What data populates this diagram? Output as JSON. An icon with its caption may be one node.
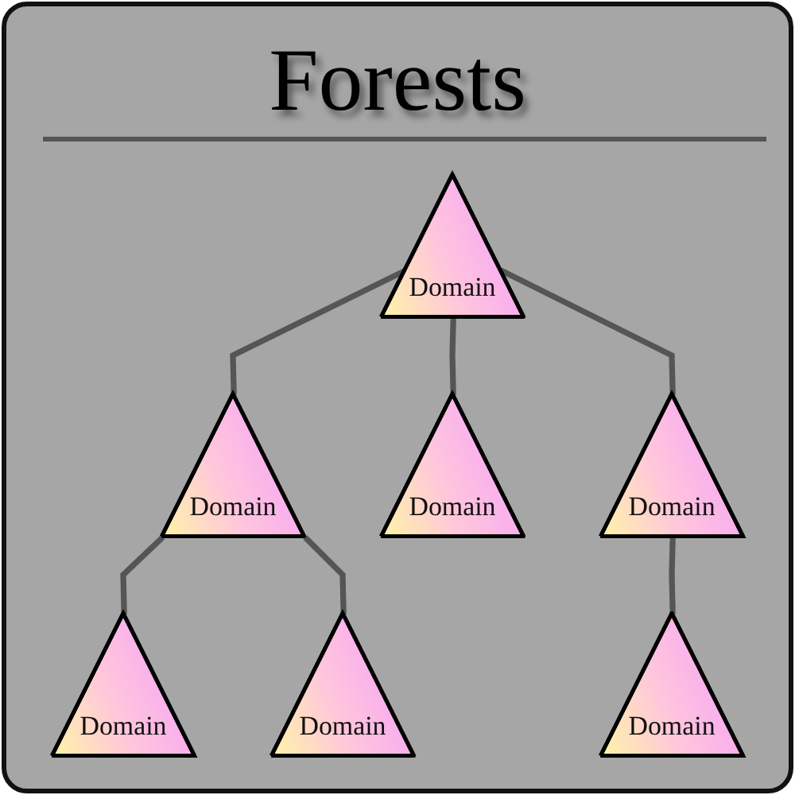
{
  "diagram": {
    "title": "Forests",
    "nodes": [
      {
        "text": [
          "Domain"
        ]
      },
      {
        "text": [
          "Domain"
        ]
      },
      {
        "text": [
          "Domain"
        ]
      },
      {
        "text": [
          "Domain"
        ]
      },
      {
        "text": [
          "Domain"
        ]
      },
      {
        "text": [
          "Domain"
        ]
      },
      {
        "text": [
          "Domain"
        ]
      }
    ],
    "edges": [
      {
        "from": 0,
        "to": 1,
        "arrow": "none"
      },
      {
        "from": 0,
        "to": 2,
        "arrow": "none"
      },
      {
        "from": 0,
        "to": 3,
        "arrow": "none"
      },
      {
        "from": 1,
        "to": 4,
        "arrow": "none"
      },
      {
        "from": 1,
        "to": 5,
        "arrow": "none"
      },
      {
        "from": 3,
        "to": 6,
        "arrow": "none"
      }
    ]
  }
}
